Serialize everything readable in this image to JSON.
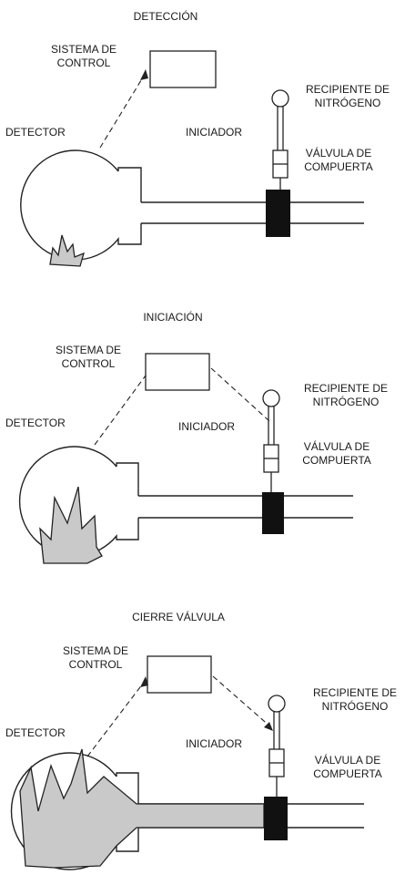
{
  "panels": [
    {
      "title": "DETECCIÓN",
      "labels": {
        "control_system": [
          "SISTEMA DE",
          "CONTROL"
        ],
        "detector": "DETECTOR",
        "initiator": "INICIADOR",
        "nitrogen_container": [
          "RECIPIENTE DE",
          "NITRÓGENO"
        ],
        "gate_valve": [
          "VÁLVULA DE",
          "COMPUERTA"
        ]
      },
      "stage": "detection"
    },
    {
      "title": "INICIACIÓN",
      "labels": {
        "control_system": [
          "SISTEMA DE",
          "CONTROL"
        ],
        "detector": "DETECTOR",
        "initiator": "INICIADOR",
        "nitrogen_container": [
          "RECIPIENTE DE",
          "NITRÓGENO"
        ],
        "gate_valve": [
          "VÁLVULA DE",
          "COMPUERTA"
        ]
      },
      "stage": "initiation"
    },
    {
      "title": "CIERRE VÁLVULA",
      "labels": {
        "control_system": [
          "SISTEMA DE",
          "CONTROL"
        ],
        "detector": "DETECTOR",
        "initiator": "INICIADOR",
        "nitrogen_container": [
          "RECIPIENTE DE",
          "NITRÓGENO"
        ],
        "gate_valve": [
          "VÁLVULA DE",
          "COMPUERTA"
        ]
      },
      "stage": "valve-closure"
    }
  ],
  "colors": {
    "line": "#222222",
    "flame_fill": "#c9c9c9",
    "valve": "#111111",
    "background": "#ffffff"
  }
}
